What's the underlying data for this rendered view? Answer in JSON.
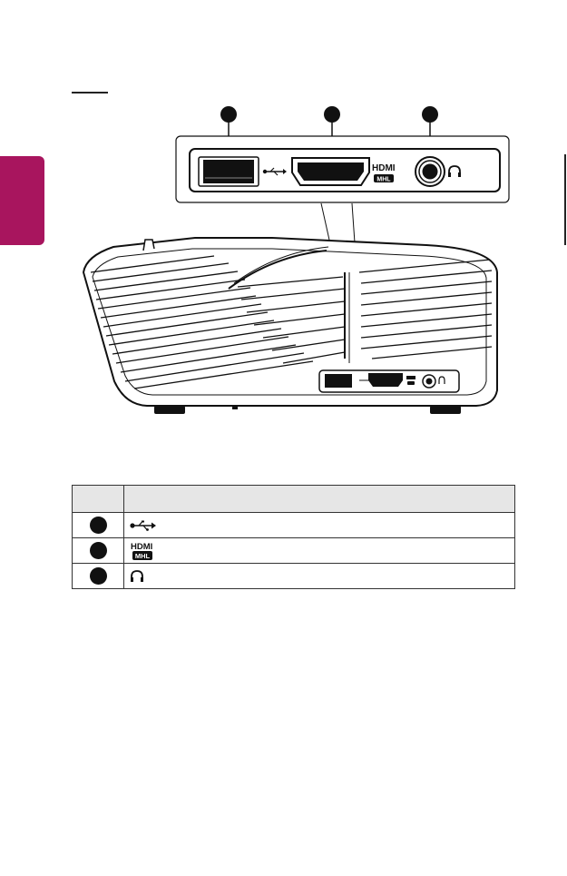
{
  "page": {
    "accent_color": "#a8155e"
  },
  "panel": {
    "callouts": [
      {
        "port": "usb",
        "icon": "usb-icon"
      },
      {
        "port": "hdmi",
        "icon": "hdmi-mhl-icon"
      },
      {
        "port": "headphone",
        "icon": "headphone-icon"
      }
    ],
    "hdmi_logo": "HDMI",
    "mhl_logo": "MHL"
  },
  "legend": {
    "headers": [
      "",
      ""
    ],
    "rows": [
      {
        "icon": "usb-icon",
        "label": ""
      },
      {
        "icon": "hdmi-mhl-icon",
        "label": ""
      },
      {
        "icon": "headphone-icon",
        "label": ""
      }
    ]
  }
}
